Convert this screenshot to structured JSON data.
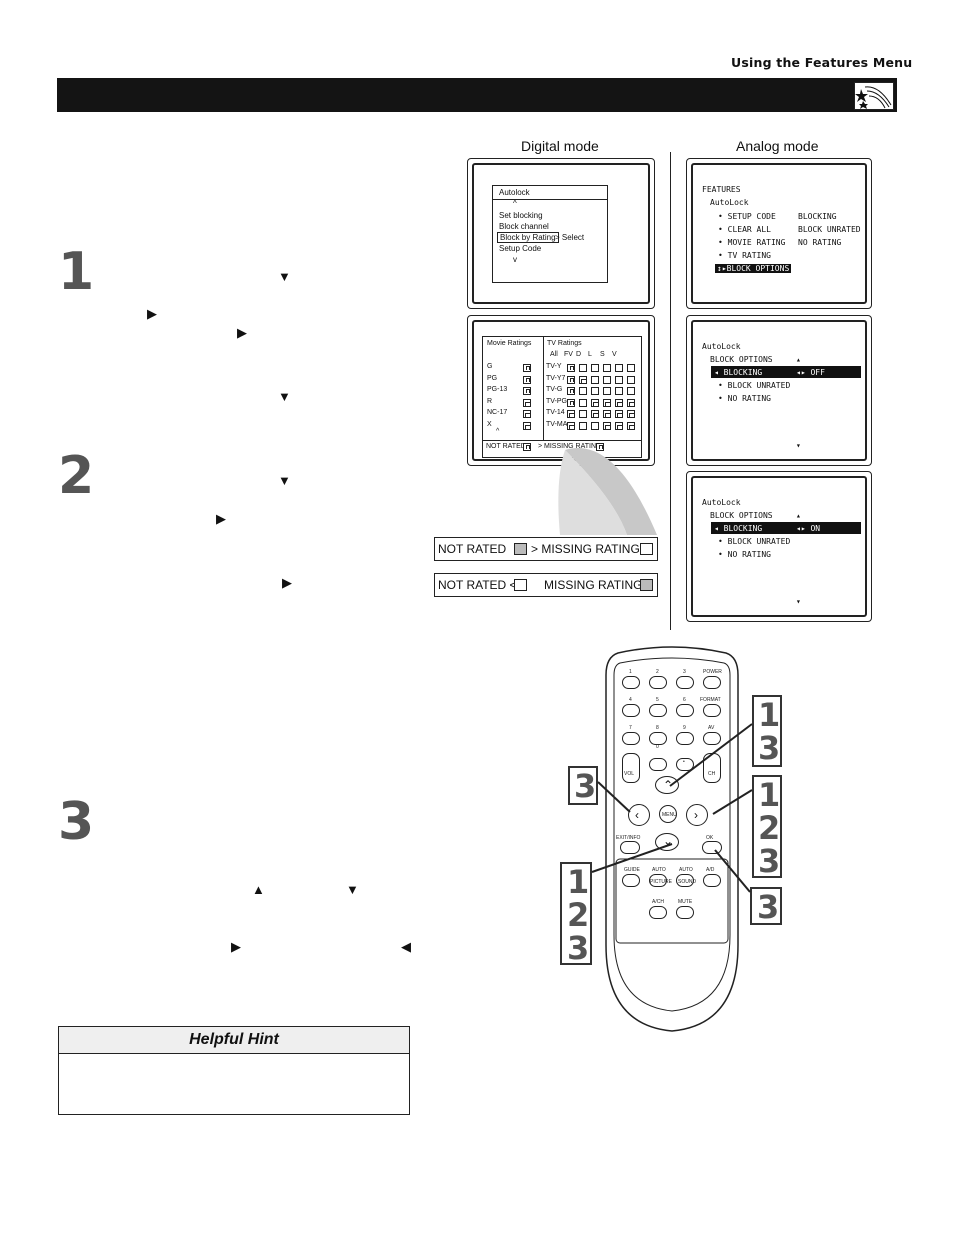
{
  "header": {
    "section_title": "Using the Features Menu"
  },
  "steps": {
    "step1_number": "1",
    "step2_number": "2",
    "step3_number": "3"
  },
  "modes": {
    "digital_label": "Digital mode",
    "analog_label": "Analog mode"
  },
  "digital_menu": {
    "header": "Autolock",
    "up_arrow": "^",
    "items": [
      "Set blocking",
      "Block channel",
      "Block by Rating",
      "Setup Code"
    ],
    "select_hint": "> Select",
    "down_arrow": "v"
  },
  "rating_screen": {
    "movie_header": "Movie Ratings",
    "tv_header": "TV Ratings",
    "tv_columns": [
      "All",
      "FV",
      "D",
      "L",
      "S",
      "V"
    ],
    "movie_ratings": [
      "G",
      "PG",
      "PG-13",
      "R",
      "NC-17",
      "X"
    ],
    "tv_ratings": [
      "TV-Y",
      "TV-Y7",
      "TV-G",
      "TV-PG",
      "TV-14",
      "TV-MA"
    ],
    "up_arrow": "^",
    "not_rated": "NOT RATED",
    "missing_rating": "> MISSING RATING"
  },
  "analog_screen1": {
    "title": "FEATURES",
    "subtitle": "AutoLock",
    "items": [
      "SETUP CODE",
      "CLEAR ALL",
      "MOVIE RATING",
      "TV RATING",
      "BLOCK OPTIONS"
    ],
    "values": [
      "BLOCKING",
      "BLOCK UNRATED",
      "NO RATING"
    ]
  },
  "analog_screen2": {
    "title": "AutoLock",
    "header": "BLOCK OPTIONS",
    "items": [
      "BLOCKING",
      "BLOCK UNRATED",
      "NO RATING"
    ],
    "selected_value": "OFF"
  },
  "analog_screen3": {
    "title": "AutoLock",
    "header": "BLOCK OPTIONS",
    "items": [
      "BLOCKING",
      "BLOCK UNRATED",
      "NO RATING"
    ],
    "selected_value": "ON"
  },
  "compare_strips": {
    "strip1_left": "NOT RATED",
    "strip1_right": "> MISSING RATING",
    "strip2_left": "NOT RATED <",
    "strip2_right": "MISSING RATING"
  },
  "hint": {
    "title": "Helpful Hint"
  },
  "remote": {
    "numbers": [
      "1",
      "2",
      "3",
      "4",
      "5",
      "6",
      "7",
      "8",
      "9",
      "0"
    ],
    "labels": {
      "power": "POWER",
      "format": "FORMAT",
      "av": "AV",
      "vol": "VOL",
      "ch": "CH",
      "menu": "MENU",
      "exit_info": "EXIT/INFO",
      "ok": "OK",
      "guide": "GUIDE",
      "auto_picture": "AUTO",
      "auto_sound": "AUTO",
      "picture": "PICTURE",
      "sound": "SOUND",
      "ad": "A/D",
      "ach": "A/CH",
      "mute": "MUTE",
      "dot": "•"
    }
  },
  "callouts": {
    "top_right": [
      "1",
      "3"
    ],
    "left": [
      "3"
    ],
    "mid_right": [
      "1",
      "2",
      "3"
    ],
    "bottom_left": [
      "1",
      "2",
      "3"
    ],
    "bottom_right": [
      "3"
    ]
  }
}
